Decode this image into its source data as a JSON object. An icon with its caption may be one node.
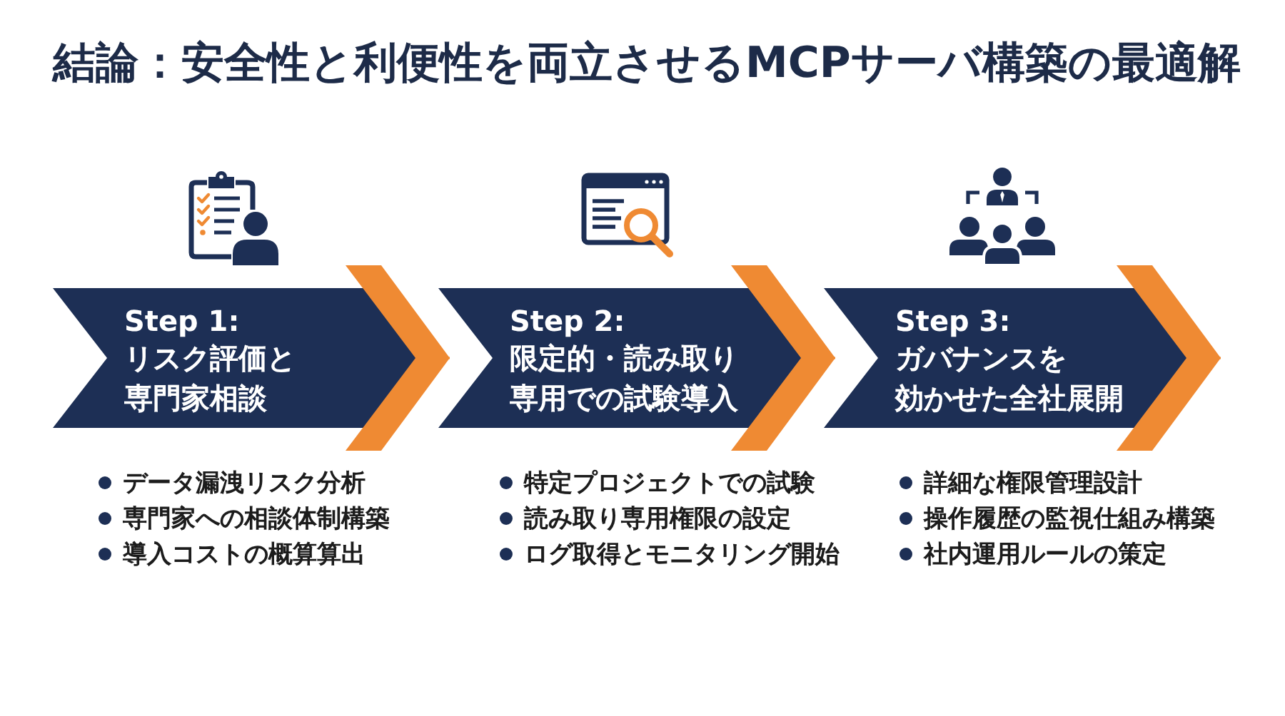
{
  "diagram": {
    "title": "結論：安全性と利便性を両立させるMCPサーバ構築の最適解",
    "nodes": [
      {
        "text": [
          "Step 1:",
          "リスク評価と専門家相談"
        ],
        "beside": [
          "データ漏洩リスク分析",
          "専門家への相談体制構築",
          "導入コストの概算算出"
        ]
      },
      {
        "text": [
          "Step 2:",
          "限定的・読み取り専用での試験導入"
        ],
        "beside": [
          "特定プロジェクトでの試験",
          "読み取り専用権限の設定",
          "ログ取得とモニタリング開始"
        ]
      },
      {
        "text": [
          "Step 3:",
          "ガバナンスを効かせた全社展開"
        ],
        "beside": [
          "詳細な権限管理設計",
          "操作履歴の監視仕組み構築",
          "社内運用ルールの策定"
        ]
      }
    ],
    "edges": [
      {
        "from": 0,
        "to": 1,
        "arrow": "to"
      },
      {
        "from": 1,
        "to": 2,
        "arrow": "to"
      },
      {
        "from": 2,
        "to": null,
        "arrow": "to"
      }
    ]
  }
}
